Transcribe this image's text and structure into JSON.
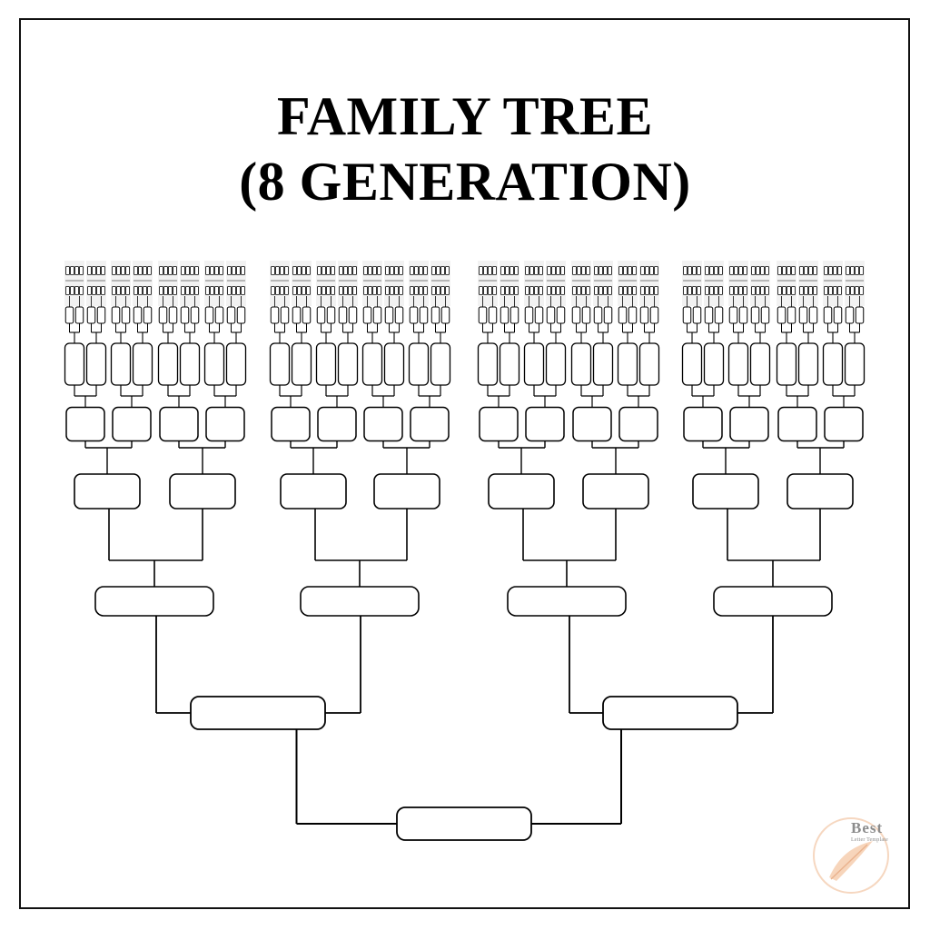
{
  "title": {
    "line1": "FAMILY TREE",
    "line2": "(8 GENERATION)"
  },
  "tree": {
    "generations": 8,
    "structure": "binary pedigree chart",
    "colors": {
      "stroke": "#000000",
      "box_fill": "#ffffff",
      "frame": "#111111"
    }
  },
  "watermark": {
    "name": "Best",
    "tagline": "Letter Template",
    "icon": "feather-quill-icon",
    "color": "#f3c7a5"
  }
}
